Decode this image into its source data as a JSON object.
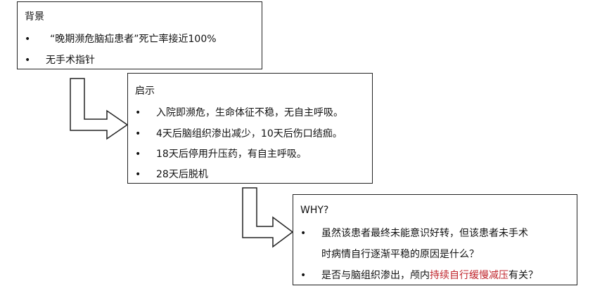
{
  "box1": {
    "title": "背景",
    "items": [
      "“晚期濒危脑疝患者”死亡率接近100%",
      "无手术指针"
    ]
  },
  "box2": {
    "title": "启示",
    "items": [
      "入院即濒危，生命体征不稳，无自主呼吸。",
      "4天后脑组织渗出减少，10天后伤口结痂。",
      "18天后停用升压药，有自主呼吸。",
      "28天后脱机"
    ]
  },
  "box3": {
    "title": "WHY?",
    "item1_line1": "虽然该患者最终未能意识好转，但该患者未手术",
    "item1_line2": "时病情自行逐渐平稳的原因是什么？",
    "item2_pre": "是否与脑组织渗出，颅内",
    "item2_highlight": "持续自行缓慢减压",
    "item2_post": "有关？"
  },
  "bullet": "•",
  "colors": {
    "highlight": "#c0262d",
    "border": "#222222"
  }
}
